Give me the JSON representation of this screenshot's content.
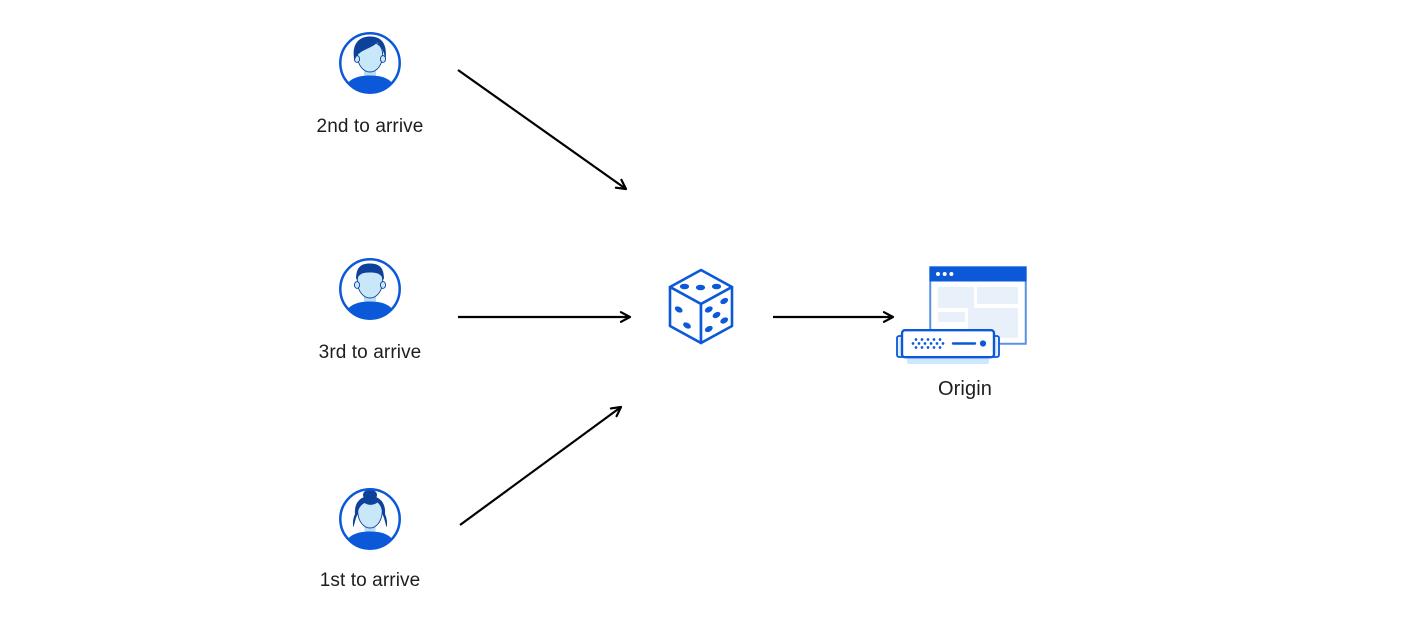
{
  "diagram": {
    "name": "request-steering-diagram",
    "clients": [
      {
        "label": "2nd to arrive",
        "avatar": "man-swept-hair-avatar"
      },
      {
        "label": "3rd to arrive",
        "avatar": "man-short-hair-avatar"
      },
      {
        "label": "1st to arrive",
        "avatar": "woman-bun-avatar"
      }
    ],
    "router": {
      "icon": "dice-icon"
    },
    "origin": {
      "label": "Origin",
      "icons": [
        "browser-window-icon",
        "server-icon"
      ]
    },
    "arrows": [
      {
        "from": "client-2nd-to-arrive",
        "to": "dice"
      },
      {
        "from": "client-3rd-to-arrive",
        "to": "dice"
      },
      {
        "from": "client-1st-to-arrive",
        "to": "dice"
      },
      {
        "from": "dice",
        "to": "origin"
      }
    ],
    "colors": {
      "primary_blue": "#0b58d8",
      "dark_navy_hair": "#0e4199",
      "pale_face_blue": "#c8e8f9",
      "neck_shade_blue": "#b6ddf5",
      "panel_fill_blue": "#e8f1fa",
      "window_border_blue": "#5793e4",
      "server_base_blue": "#cfe7fa",
      "arrow_black": "#000000",
      "label_text": "#1d1d1f",
      "background": "#ffffff"
    }
  }
}
